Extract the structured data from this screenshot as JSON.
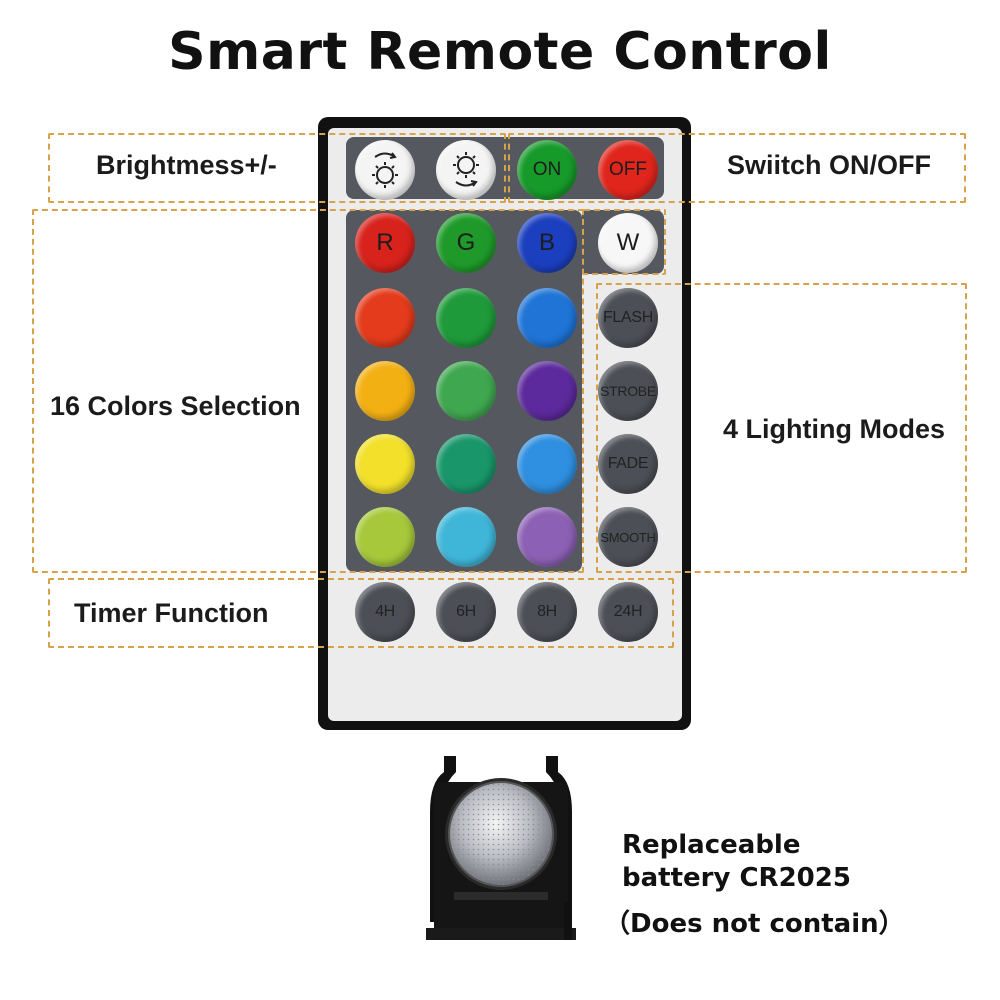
{
  "title": "Smart Remote Control",
  "labels": {
    "brightness": "Brightmess+/-",
    "switch": "Swiitch ON/OFF",
    "colors": "16 Colors Selection",
    "modes": "4 Lighting Modes",
    "timer": "Timer Function"
  },
  "buttons": {
    "brightness_up_icon": "brightness-up-icon",
    "brightness_down_icon": "brightness-down-icon",
    "on": "ON",
    "off": "OFF",
    "r": "R",
    "g": "G",
    "b": "B",
    "w": "W",
    "modes": [
      "FLASH",
      "STROBE",
      "FADE",
      "SMOOTH"
    ],
    "timers": [
      "4H",
      "6H",
      "8H",
      "24H"
    ]
  },
  "colors": {
    "red": "#d8221c",
    "green": "#1f9a2a",
    "blue": "#1b3fbf",
    "white": "#f7f7f7",
    "grid": [
      [
        "#e33b1c",
        "#1e9a3a",
        "#1f74d6"
      ],
      [
        "#f3b013",
        "#3fa750",
        "#5c2a9c"
      ],
      [
        "#f2e02a",
        "#19966a",
        "#2f8fe0"
      ],
      [
        "#a6c83a",
        "#3fb6d8",
        "#8c60b4"
      ]
    ],
    "gray_button": "#4c4f56",
    "on_green": "#169a2a",
    "off_red": "#e0251c",
    "accent_dash": "#d8a24a"
  },
  "battery": {
    "line1": "Replaceable",
    "line2": "battery CR2025",
    "line3": "（Does not contain）"
  }
}
